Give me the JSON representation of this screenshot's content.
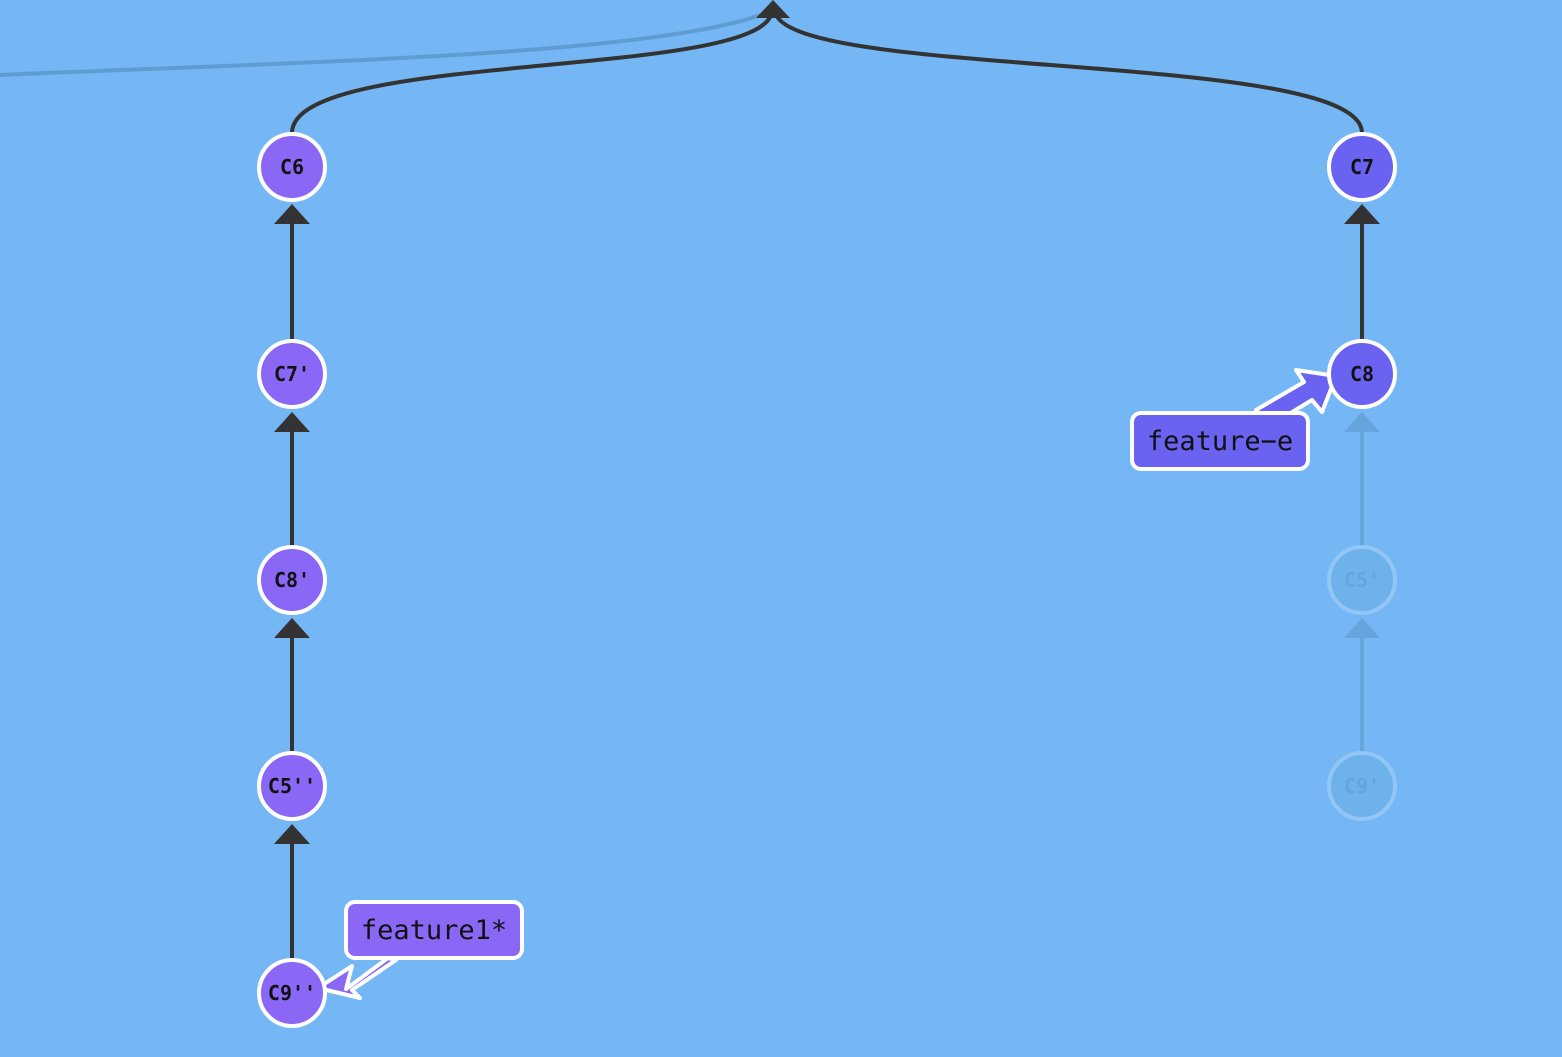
{
  "theme": {
    "background": "#74b7f4",
    "edge_color": "#333333",
    "commit_fill_a": "#8a67f5",
    "commit_fill_b": "#6a62f0",
    "branch_fill_a": "#8a67f5",
    "branch_fill_b": "#6a62f0",
    "ghost_color": "#5a95c9"
  },
  "commits": [
    {
      "id": "c6",
      "label": "C6"
    },
    {
      "id": "c7p",
      "label": "C7'"
    },
    {
      "id": "c8p",
      "label": "C8'"
    },
    {
      "id": "c5pp",
      "label": "C5''"
    },
    {
      "id": "c9pp",
      "label": "C9''"
    },
    {
      "id": "c7",
      "label": "C7"
    },
    {
      "id": "c8",
      "label": "C8"
    },
    {
      "id": "c5p",
      "label": "C5'"
    },
    {
      "id": "c9p",
      "label": "C9'"
    }
  ],
  "branches": [
    {
      "id": "feature1",
      "label": "feature1*",
      "target": "C9''"
    },
    {
      "id": "feature-e",
      "label": "feature−e",
      "target": "C8"
    }
  ]
}
